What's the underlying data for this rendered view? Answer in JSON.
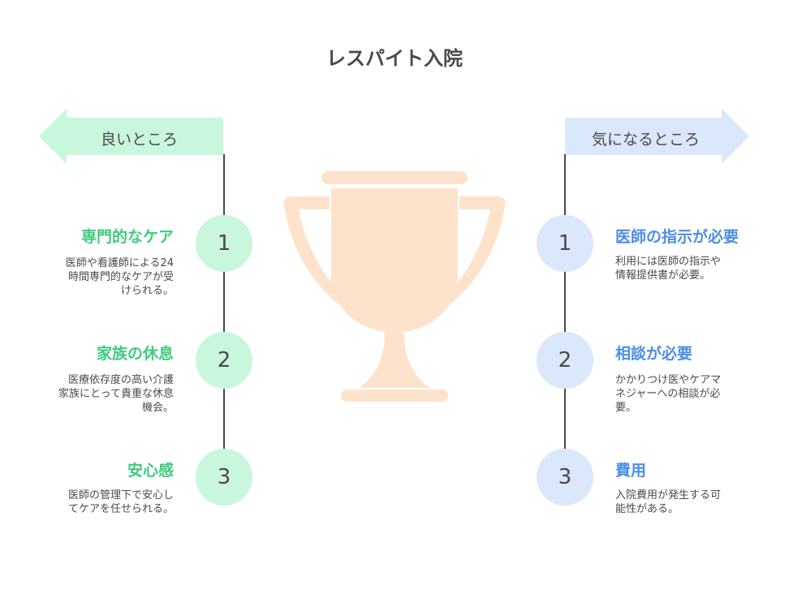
{
  "title": "レスパイト入院",
  "colors": {
    "left_accent": "#3fcb7d",
    "left_fill": "#c8f7dd",
    "right_accent": "#4c8ee6",
    "right_fill": "#dbe7fb",
    "trophy": "#fde3cb",
    "line": "#4a4a4a"
  },
  "left": {
    "banner": "良いところ",
    "items": [
      {
        "num": "1",
        "heading": "専門的なケア",
        "desc": [
          "医師や看護師による24",
          "時間専門的なケアが受",
          "けられる。"
        ]
      },
      {
        "num": "2",
        "heading": "家族の休息",
        "desc": [
          "医療依存度の高い介護",
          "家族にとって貴重な休息",
          "機会。"
        ]
      },
      {
        "num": "3",
        "heading": "安心感",
        "desc": [
          "医師の管理下で安心し",
          "てケアを任せられる。"
        ]
      }
    ]
  },
  "right": {
    "banner": "気になるところ",
    "items": [
      {
        "num": "1",
        "heading": "医師の指示が必要",
        "desc": [
          "利用には医師の指示や",
          "情報提供書が必要。"
        ]
      },
      {
        "num": "2",
        "heading": "相談が必要",
        "desc": [
          "かかりつけ医やケアマ",
          "ネジャーへの相談が必",
          "要。"
        ]
      },
      {
        "num": "3",
        "heading": "費用",
        "desc": [
          "入院費用が発生する可",
          "能性がある。"
        ]
      }
    ]
  },
  "center_icon": "trophy-icon"
}
